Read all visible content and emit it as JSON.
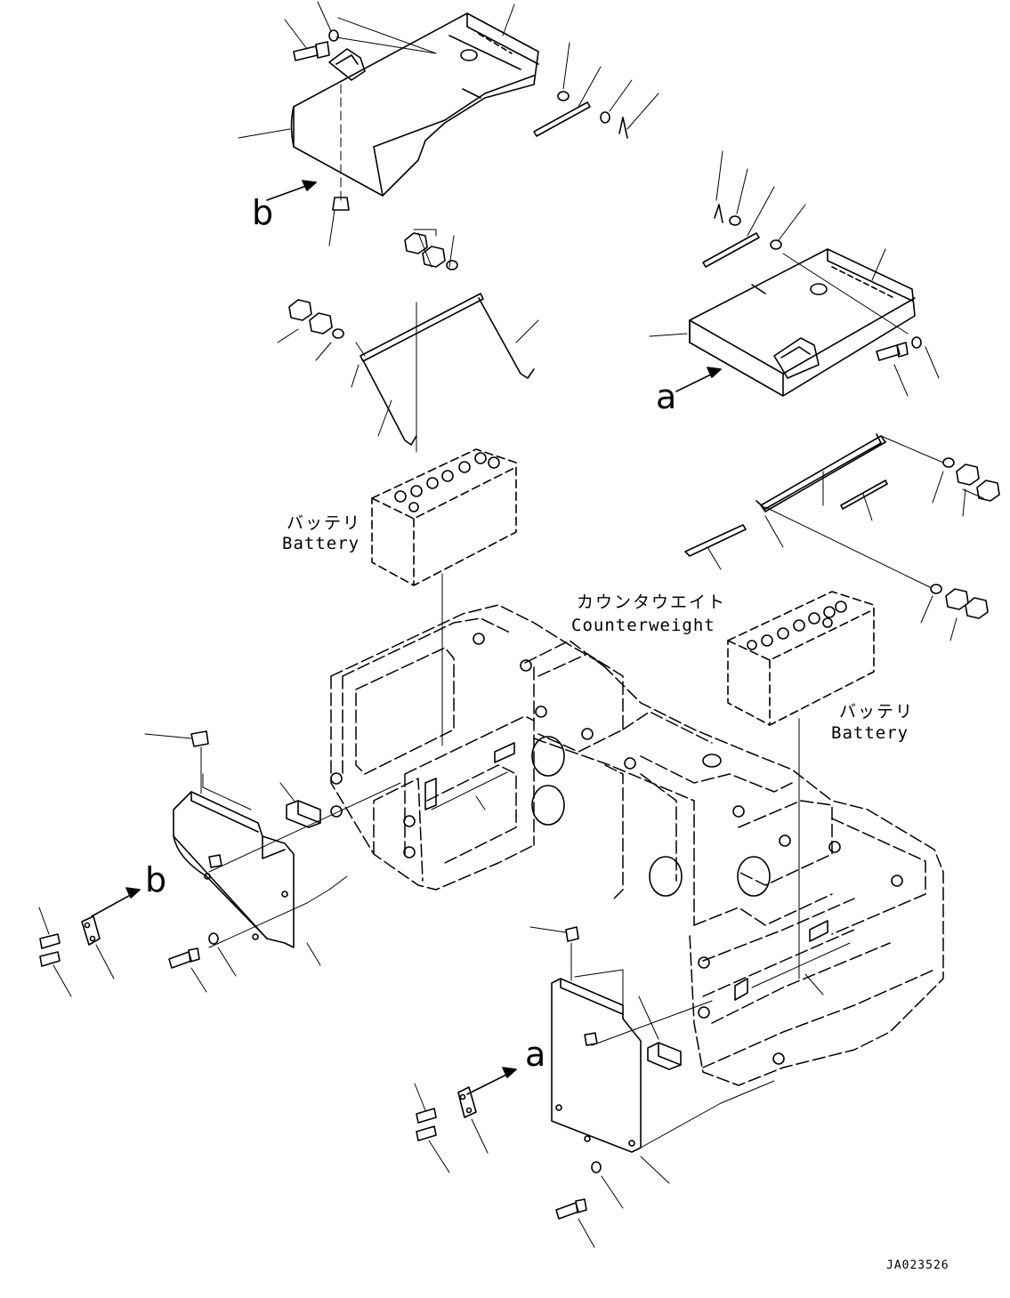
{
  "drawing": {
    "code": "JA023526"
  },
  "labels": {
    "battery_left_jp": "バッテリ",
    "battery_left_en": "Battery",
    "battery_right_jp": "バッテリ",
    "battery_right_en": "Battery",
    "counterweight_jp": "カウンタウエイト",
    "counterweight_en": "Counterweight"
  },
  "view_refs": {
    "b_top": "b",
    "a_top": "a",
    "b_left": "b",
    "a_bottom": "a"
  },
  "colors": {
    "line": "#000000",
    "background": "#ffffff"
  }
}
